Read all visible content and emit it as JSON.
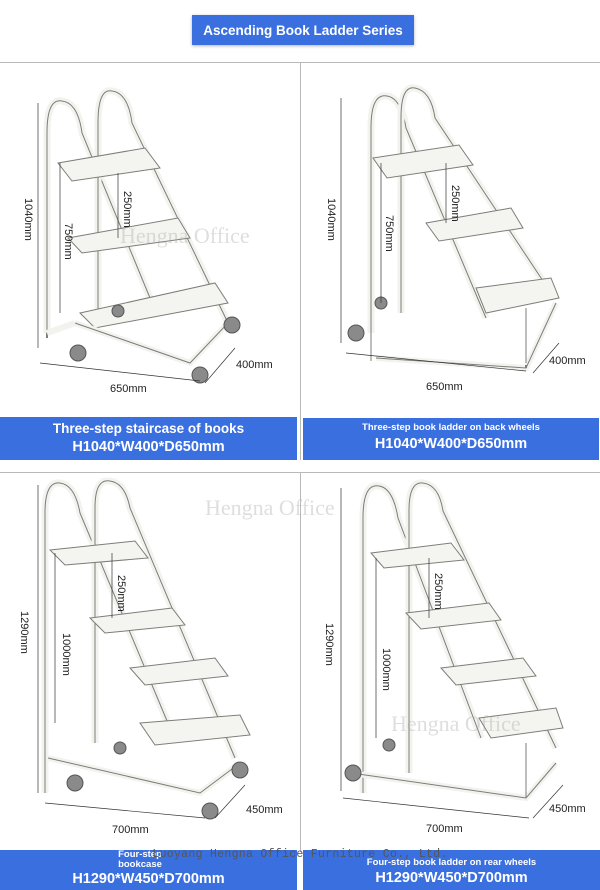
{
  "header": {
    "title": "Ascending Book Ladder Series"
  },
  "watermark": "Hengna Office",
  "footer_watermark": "Luoyang Hengna Office Furniture Co., Ltd.",
  "products": [
    {
      "name": "Three-step staircase of books",
      "dims": "H1040*W400*D650mm",
      "height_label": "1040mm",
      "lower_label": "750mm",
      "step_label": "250mm",
      "depth_label": "400mm",
      "width_label": "650mm"
    },
    {
      "name": "Three-step book ladder on back wheels",
      "dims": "H1040*W400*D650mm",
      "height_label": "1040mm",
      "lower_label": "750mm",
      "step_label": "250mm",
      "depth_label": "400mm",
      "width_label": "650mm"
    },
    {
      "name": "Four-step bookcase",
      "dims": "H1290*W450*D700mm",
      "height_label": "1290mm",
      "lower_label": "1000mm",
      "step_label": "250mm",
      "depth_label": "450mm",
      "width_label": "700mm"
    },
    {
      "name": "Four-step book ladder on rear wheels",
      "dims": "H1290*W450*D700mm",
      "height_label": "1290mm",
      "lower_label": "1000mm",
      "step_label": "250mm",
      "depth_label": "450mm",
      "width_label": "700mm"
    }
  ],
  "colors": {
    "accent": "#3a6fe0",
    "frame": "#f2f2ee",
    "outline": "#7d7d78"
  }
}
